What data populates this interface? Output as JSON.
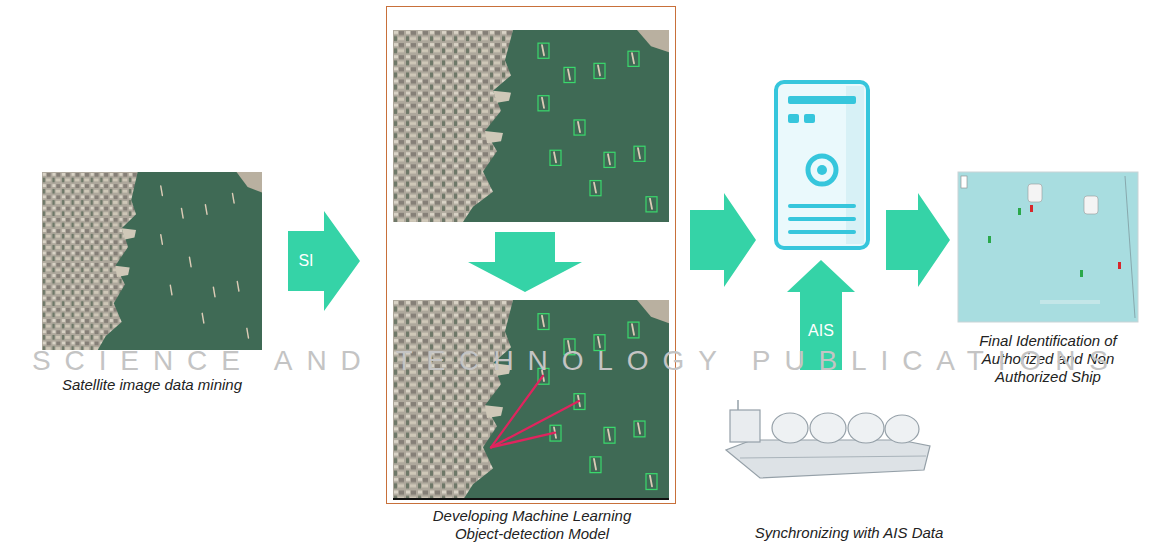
{
  "diagram": {
    "nodes": [
      {
        "text": [
          "Satellite image data mining"
        ]
      },
      {
        "text": [
          "Developing Machine Learning Object-detection Model"
        ]
      },
      {
        "text": []
      },
      {
        "text": [
          "Final Identification of Authorized and Non Authorized Ship"
        ]
      },
      {
        "text": [
          "Synchronizing with AIS Data"
        ]
      }
    ],
    "edges": [
      {
        "from": 0,
        "to": 1,
        "arrow": "to",
        "label": "SI"
      },
      {
        "from": 1,
        "to": 2,
        "arrow": "to"
      },
      {
        "from": 2,
        "to": 3,
        "arrow": "to"
      },
      {
        "from": 4,
        "to": 2,
        "arrow": "to",
        "label": "AIS"
      }
    ],
    "labels": [
      "SCIENCE AND TECHNOLOGY PUBLICATIONS"
    ]
  }
}
